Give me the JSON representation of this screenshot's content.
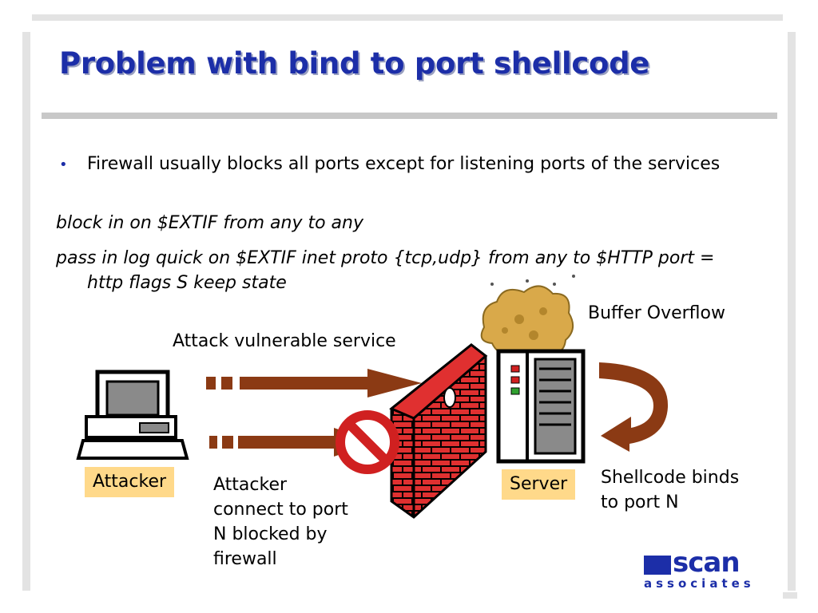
{
  "slide": {
    "title": "Problem with bind to port shellcode",
    "bullet": "Firewall usually blocks all ports except for listening ports of the services",
    "rule1": "block in on $EXTIF from any to any",
    "rule2": "pass in log quick on $EXTIF inet proto {tcp,udp} from any to $HTTP port = http flags S keep state"
  },
  "diagram": {
    "attack_label": "Attack vulnerable service",
    "overflow_label": "Buffer Overflow",
    "attacker_label": "Attacker",
    "server_label": "Server",
    "blocked_label_lines": [
      "Attacker",
      "connect to port",
      "N blocked by",
      "firewall"
    ],
    "binds_label_lines": [
      "Shellcode binds",
      "to port N"
    ]
  },
  "logo": {
    "top": "scan",
    "bottom": "associates"
  },
  "colors": {
    "title": "#1c2ea8",
    "arrow": "#8b3a14",
    "label_bg": "#ffd98a",
    "brick": "#e03030"
  }
}
